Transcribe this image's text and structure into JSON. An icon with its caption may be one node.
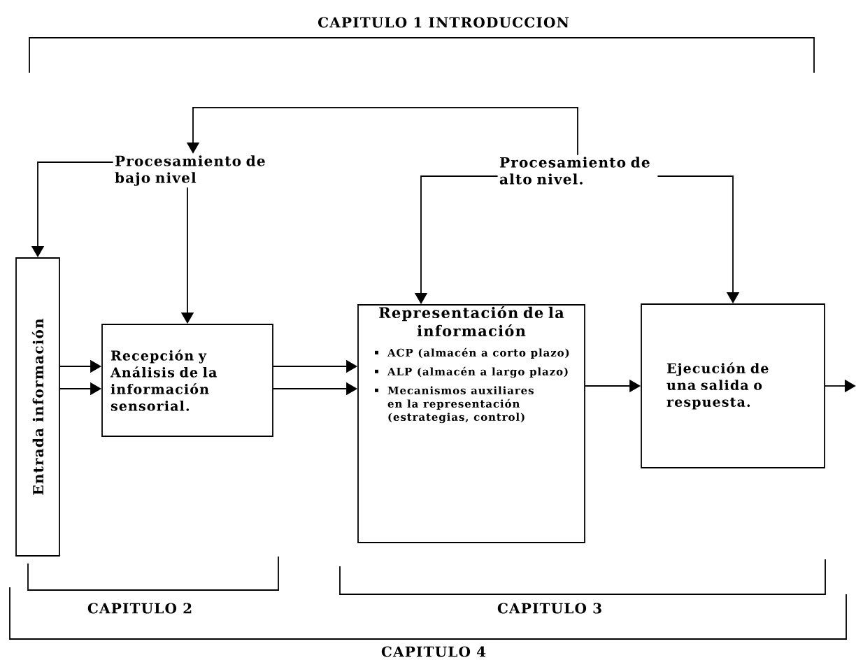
{
  "diagram": {
    "nodes": [
      {
        "text": [
          "Procesamiento de bajo nivel"
        ]
      },
      {
        "text": [
          "Procesamiento de alto nivel."
        ]
      },
      {
        "text": [
          "Entrada información"
        ]
      },
      {
        "text": [
          "Recepción y Análisis de la información sensorial."
        ]
      },
      {
        "text": [
          "Representación de la información",
          "ACP (almacén a corto plazo)",
          "ALP (almacén a largo plazo)",
          "Mecanismos auxiliares en la representación (estrategias, control)"
        ]
      },
      {
        "text": [
          "Ejecución de una salida o respuesta."
        ]
      }
    ],
    "edges": [
      {
        "from": 1,
        "to": 0,
        "arrow": "to"
      },
      {
        "from": 0,
        "to": 2,
        "arrow": "to"
      },
      {
        "from": 0,
        "to": 3,
        "arrow": "to"
      },
      {
        "from": 1,
        "to": 4,
        "arrow": "to"
      },
      {
        "from": 1,
        "to": 5,
        "arrow": "to"
      },
      {
        "from": 2,
        "to": 3,
        "arrow": "to"
      },
      {
        "from": 2,
        "to": 3,
        "arrow": "to"
      },
      {
        "from": 3,
        "to": 4,
        "arrow": "to"
      },
      {
        "from": 3,
        "to": 4,
        "arrow": "to"
      },
      {
        "from": 4,
        "to": 5,
        "arrow": "to"
      },
      {
        "from": 5,
        "to": null,
        "arrow": "to"
      }
    ],
    "labels": [
      "CAPITULO 1 INTRODUCCION",
      "CAPITULO 2",
      "CAPITULO 3",
      "CAPITULO 4"
    ]
  }
}
